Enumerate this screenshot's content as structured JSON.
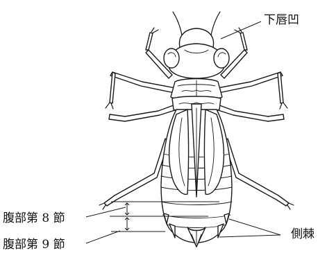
{
  "labels": {
    "labium": "下唇凹",
    "segment8": "腹部第 8 節",
    "segment9": "腹部第 9 節",
    "lateral_spines": "側棘"
  }
}
